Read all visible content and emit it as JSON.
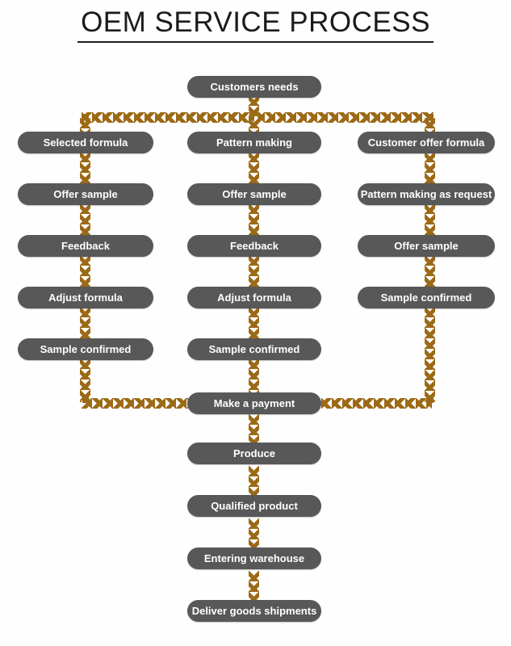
{
  "title": "OEM SERVICE PROCESS",
  "colors": {
    "node_fill": "#585858",
    "node_text": "#ffffff",
    "connector": "#9c6a16",
    "background": "#fefefe",
    "title_text": "#1b1b1b"
  },
  "flow": {
    "type": "flowchart",
    "orientation": "top-to-bottom",
    "start": {
      "label": "Customers needs"
    },
    "branches": [
      {
        "name": "left-branch",
        "steps": [
          {
            "label": "Selected formula"
          },
          {
            "label": "Offer sample"
          },
          {
            "label": "Feedback"
          },
          {
            "label": "Adjust formula"
          },
          {
            "label": "Sample confirmed"
          }
        ]
      },
      {
        "name": "middle-branch",
        "steps": [
          {
            "label": "Pattern making"
          },
          {
            "label": "Offer sample"
          },
          {
            "label": "Feedback"
          },
          {
            "label": "Adjust formula"
          },
          {
            "label": "Sample confirmed"
          }
        ]
      },
      {
        "name": "right-branch",
        "steps": [
          {
            "label": "Customer offer formula"
          },
          {
            "label": "Pattern making as request"
          },
          {
            "label": "Offer sample"
          },
          {
            "label": "Sample confirmed"
          }
        ]
      }
    ],
    "merge": {
      "label": "Make a payment"
    },
    "tail": [
      {
        "label": "Produce"
      },
      {
        "label": "Qualified product"
      },
      {
        "label": "Entering warehouse"
      },
      {
        "label": "Deliver goods shipments"
      }
    ]
  }
}
